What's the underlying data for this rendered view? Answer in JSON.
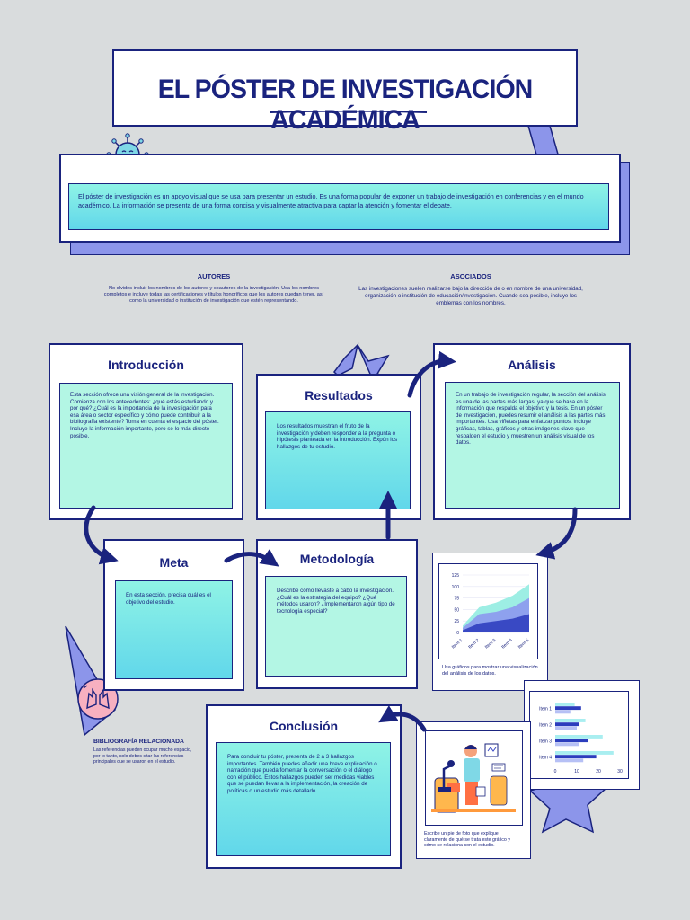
{
  "title": "EL PÓSTER DE INVESTIGACIÓN ACADÉMICA",
  "intro": "El póster de investigación es un apoyo visual que se usa para presentar un estudio. Es una forma popular de exponer un trabajo de investigación en conferencias y en el mundo académico. La información se presenta de una forma concisa y visualmente atractiva para captar la atención y fomentar el debate.",
  "authors": {
    "heading": "AUTORES",
    "text": "No olvides incluir los nombres de los autores y coautores de la investigación. Usa los nombres completos e incluye todas las certificaciones y títulos honoríficos que los autores puedan tener, así como la universidad o institución de investigación que estén representando."
  },
  "associates": {
    "heading": "ASOCIADOS",
    "text": "Las investigaciones suelen realizarse bajo la dirección de o en nombre de una universidad, organización o institución de educación/investigación. Cuando sea posible, incluye los emblemas con los nombres."
  },
  "sections": {
    "introduccion": {
      "title": "Introducción",
      "text": "Esta sección ofrece una visión general de la investigación. Comienza con los antecedentes: ¿qué estás estudiando y por qué? ¿Cuál es la importancia de la investigación para esa área o sector específico y cómo puede contribuir a la bibliografía existente? Toma en cuenta el espacio del póster. Incluye la información importante, pero sé lo más directo posible."
    },
    "resultados": {
      "title": "Resultados",
      "text": "Los resultados muestran el fruto de la investigación y deben responder a la pregunta o hipótesis planteada en la introducción. Expón los hallazgos de tu estudio."
    },
    "analisis": {
      "title": "Análisis",
      "text": "En un trabajo de investigación regular, la sección del análisis es una de las partes más largas, ya que se basa en la información que respalda el objetivo y la tesis. En un póster de investigación, puedes resumir el análisis a las partes más importantes. Usa viñetas para enfatizar puntos. Incluye gráficas, tablas, gráficos y otras imágenes clave que respalden el estudio y muestren un análisis visual de los datos."
    },
    "meta": {
      "title": "Meta",
      "text": "En esta sección, precisa cuál es el objetivo del estudio."
    },
    "metodologia": {
      "title": "Metodología",
      "text": "Describe cómo llevaste a cabo la investigación. ¿Cuál es la estrategia del equipo? ¿Qué métodos usaron? ¿Implementaron algún tipo de tecnología especial?"
    },
    "conclusion": {
      "title": "Conclusión",
      "text": "Para concluir tu póster, presenta de 2 a 3 hallazgos importantes. También puedes añadir una breve explicación o narración que pueda fomentar la conversación o el diálogo con el público. Estos hallazgos pueden ser medidas viables que se puedan llevar a la implementación, la creación de políticas o un estudio más detallado."
    }
  },
  "bibliography": {
    "heading": "BIBLIOGRAFÍA RELACIONADA",
    "text": "Las referencias pueden ocupar mucho espacio, por lo tanto, solo debes citar las referencias principales que se usaron en el estudio."
  },
  "chart_caption": "Usa gráficos para mostrar una visualización del análisis de los datos.",
  "photo_caption": "Escribe un pie de foto que explique claramente de qué se trata este gráfico y cómo se relaciona con el estudio.",
  "colors": {
    "navy": "#1a237e",
    "mint": "#b3f6e4",
    "cyan": "#6de0ea",
    "lavender": "#8c95ea",
    "background": "#d9dcdd"
  },
  "chart_data": [
    {
      "type": "area",
      "categories": [
        "Item 1",
        "Item 2",
        "Item 3",
        "Item 4",
        "Item 5"
      ],
      "ylim": [
        0,
        125
      ],
      "yticks": [
        0,
        25,
        50,
        75,
        100,
        125
      ],
      "series": [
        {
          "values": [
            5,
            20,
            25,
            30,
            40
          ],
          "color": "#3949c4"
        },
        {
          "values": [
            10,
            40,
            45,
            55,
            75
          ],
          "color": "#8ea1ee"
        },
        {
          "values": [
            15,
            55,
            65,
            80,
            105
          ],
          "color": "#9deee4"
        }
      ]
    },
    {
      "type": "bar",
      "orientation": "horizontal",
      "categories": [
        "Item 1",
        "Item 2",
        "Item 3",
        "Item 4"
      ],
      "xlim": [
        0,
        30
      ],
      "xticks": [
        0,
        10,
        20,
        30
      ],
      "series": [
        {
          "values": [
            9,
            14,
            22,
            27
          ],
          "color": "#a9eef0"
        },
        {
          "values": [
            12,
            11,
            15,
            19
          ],
          "color": "#2c3dbd"
        },
        {
          "values": [
            7,
            10,
            11,
            13
          ],
          "color": "#b6c0f5"
        }
      ]
    }
  ]
}
